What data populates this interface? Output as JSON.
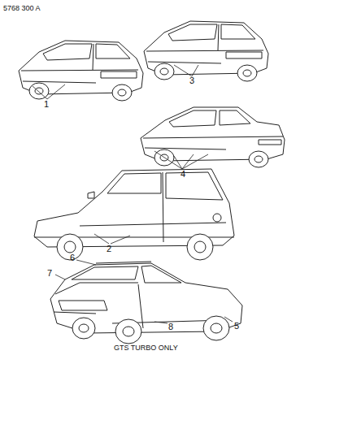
{
  "diagram": {
    "labels": [
      "5768 300 A",
      "1",
      "3",
      "4",
      "2",
      "6",
      "7",
      "5",
      "8",
      "GTS TURBO ONLY"
    ]
  }
}
